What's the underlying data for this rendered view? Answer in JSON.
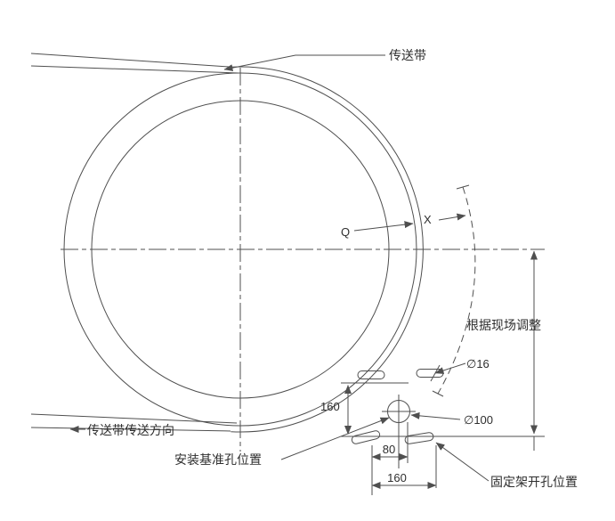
{
  "colors": {
    "line": "#4f4f4f",
    "text": "#2e2e2e",
    "background": "#ffffff"
  },
  "labels": {
    "belt": "传送带",
    "belt_direction": "传送带传送方向",
    "site_adjust": "根据现场调整",
    "datum_hole": "安装基准孔位置",
    "bracket_holes": "固定架开孔位置",
    "gap": "X",
    "center_mark": "Q"
  },
  "dimensions": {
    "hole_dia": "∅16",
    "datum_dia": "∅100",
    "row_spacing": "160",
    "half_pitch": "80",
    "pitch": "160"
  }
}
